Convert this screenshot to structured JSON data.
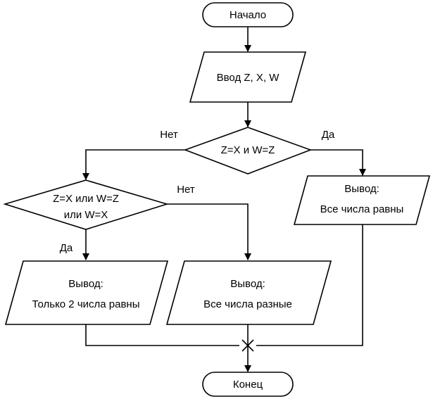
{
  "nodes": {
    "start": {
      "label": "Начало"
    },
    "input": {
      "label": "Ввод  Z, X, W"
    },
    "cond1": {
      "label": "Z=X и W=Z"
    },
    "cond2": {
      "line1": "Z=X или W=Z",
      "line2": "или W=X"
    },
    "out_all_equal": {
      "line1": "Вывод:",
      "line2": "Все числа равны"
    },
    "out_two_equal": {
      "line1": "Вывод:",
      "line2": "Только 2 числа равны"
    },
    "out_all_diff": {
      "line1": "Вывод:",
      "line2": "Все числа разные"
    },
    "end": {
      "label": "Конец"
    }
  },
  "edge_labels": {
    "cond1_no": "Нет",
    "cond1_yes": "Да",
    "cond2_no": "Нет",
    "cond2_yes": "Да"
  }
}
